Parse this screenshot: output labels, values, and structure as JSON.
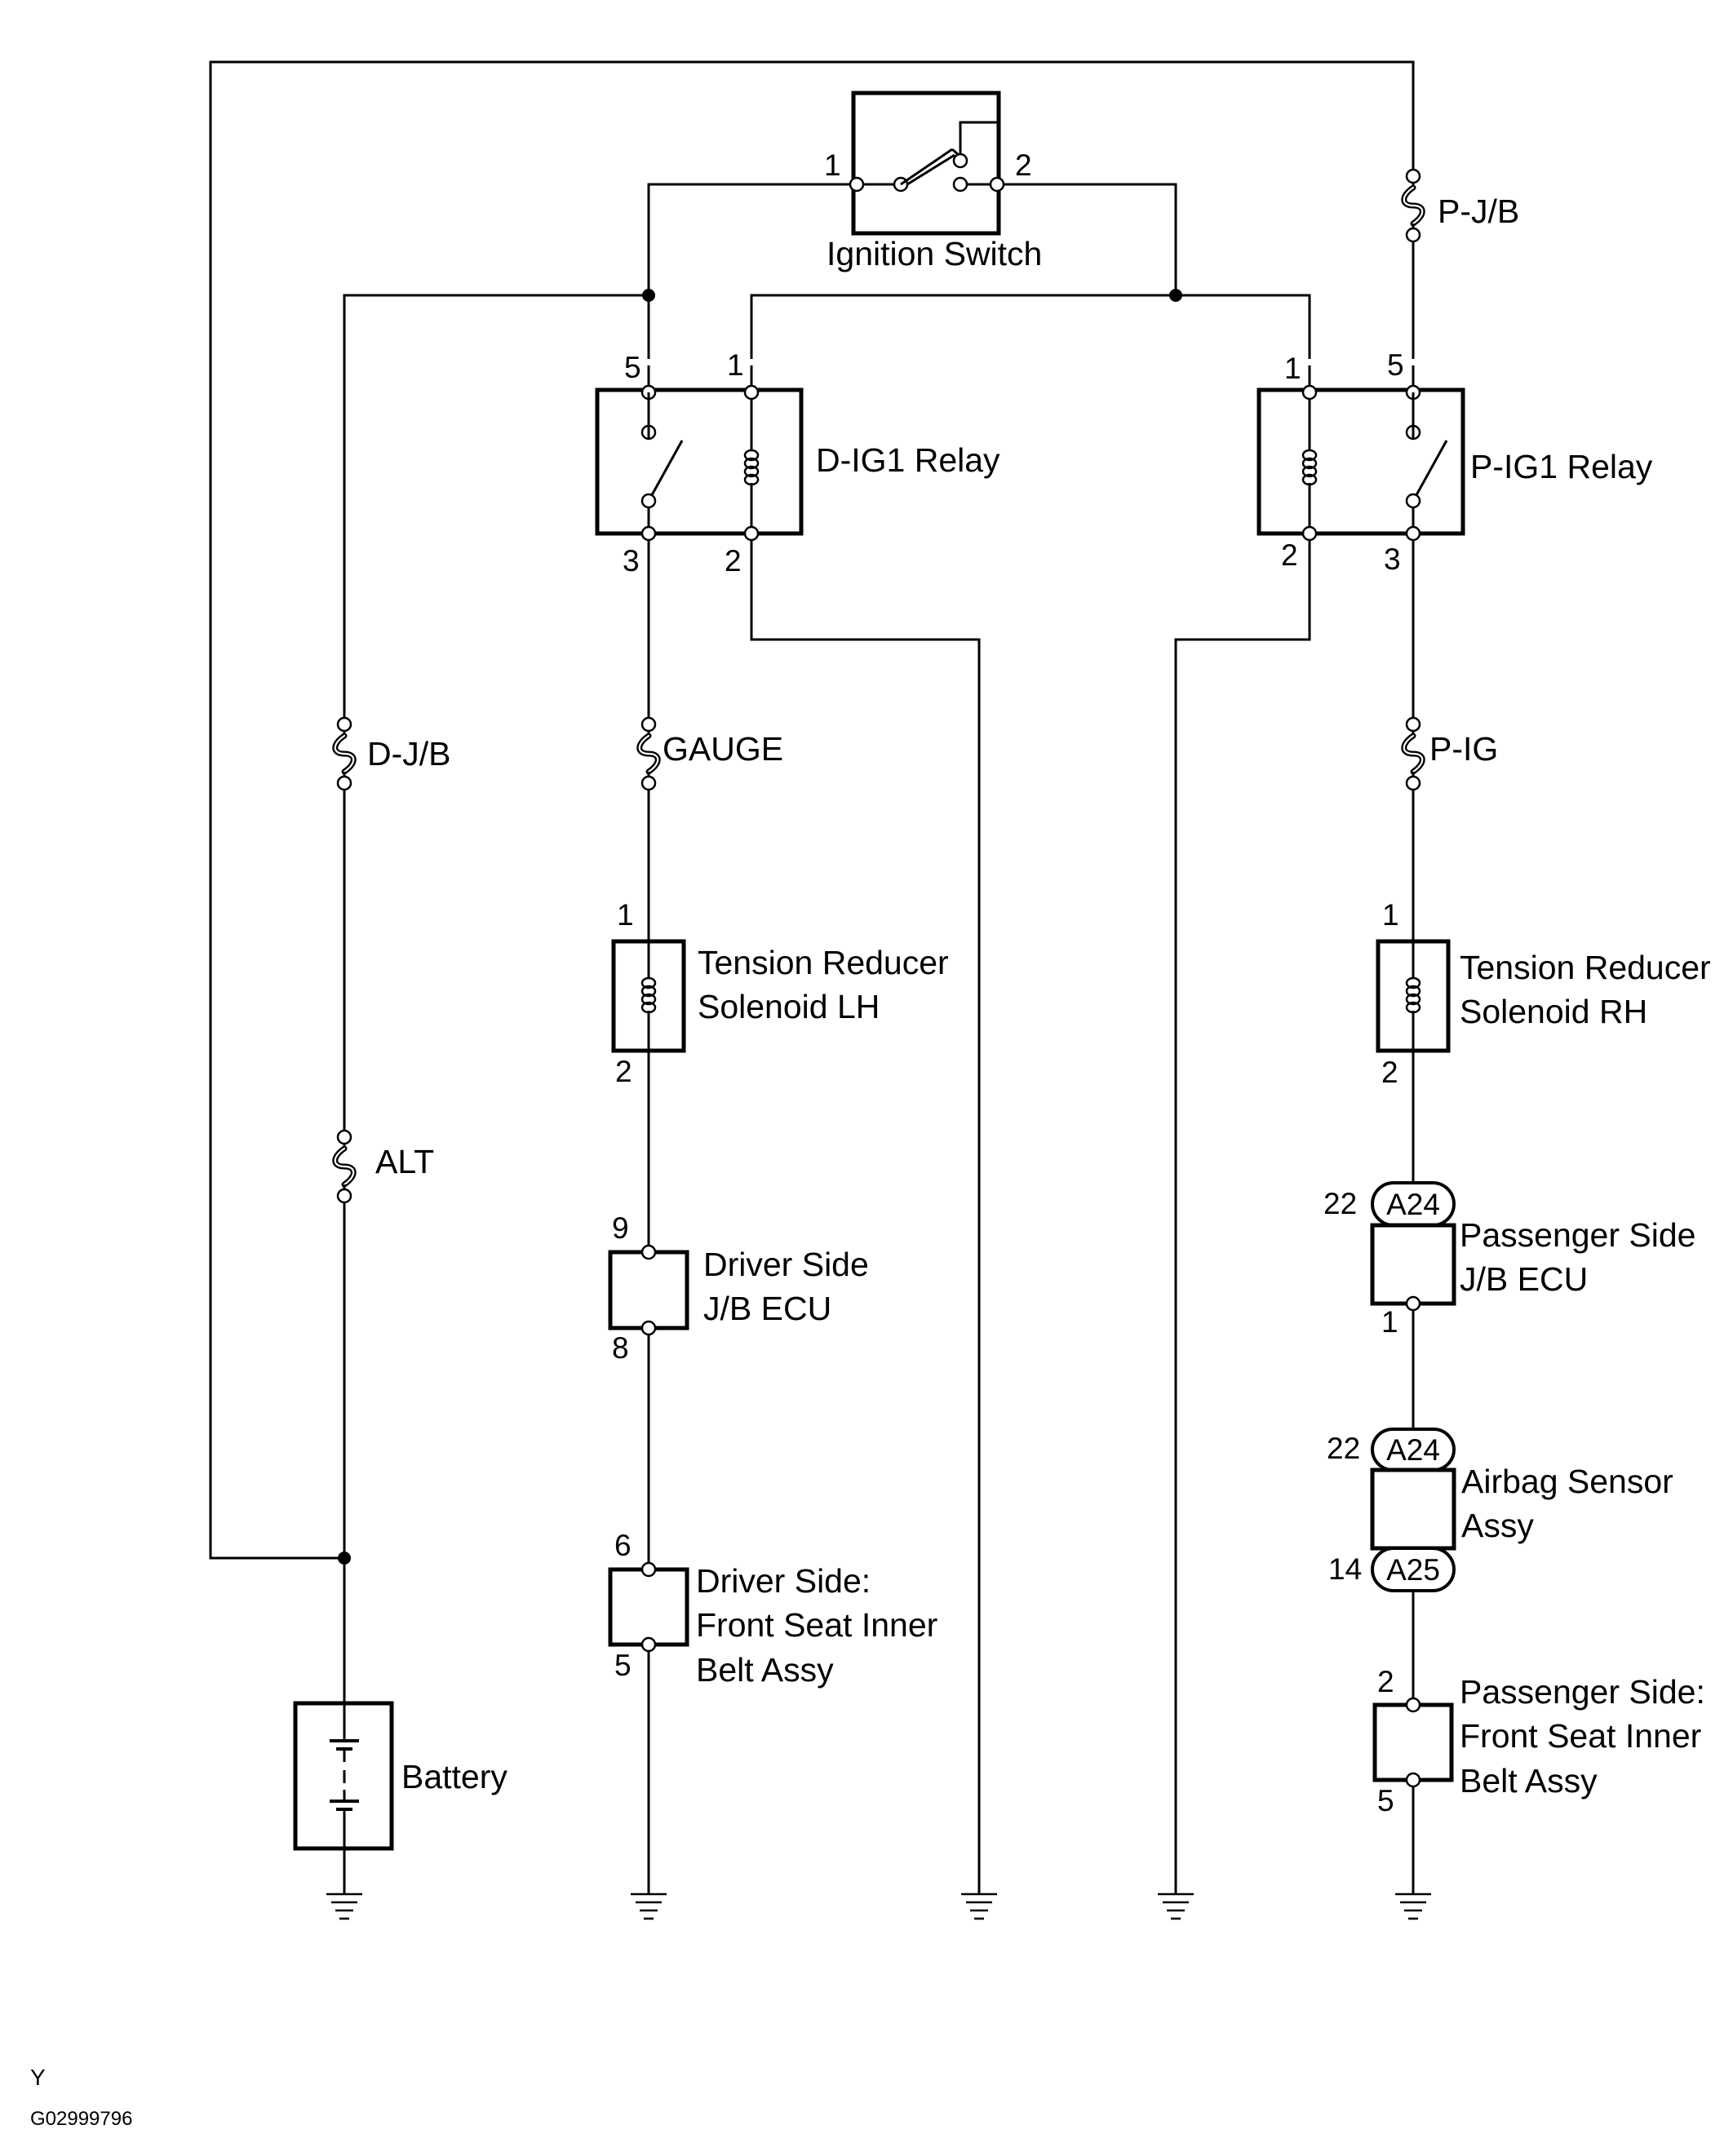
{
  "components": {
    "ignition_switch": {
      "label": "Ignition Switch",
      "pin_left": "1",
      "pin_right": "2"
    },
    "d_ig1_relay": {
      "label": "D-IG1  Relay",
      "pin_top_switch": "5",
      "pin_top_coil": "1",
      "pin_bottom_switch": "3",
      "pin_bottom_coil": "2"
    },
    "p_ig1_relay": {
      "label": "P-IG1  Relay",
      "pin_top_coil": "1",
      "pin_top_switch": "5",
      "pin_bottom_coil": "2",
      "pin_bottom_switch": "3"
    },
    "tension_reducer_lh": {
      "label_line1": "Tension Reducer",
      "label_line2": "Solenoid LH",
      "pin_top": "1",
      "pin_bottom": "2"
    },
    "tension_reducer_rh": {
      "label_line1": "Tension Reducer",
      "label_line2": "Solenoid RH",
      "pin_top": "1",
      "pin_bottom": "2"
    },
    "driver_jb_ecu": {
      "label_line1": "Driver Side",
      "label_line2": "J/B ECU",
      "pin_top": "9",
      "pin_bottom": "8"
    },
    "passenger_jb_ecu": {
      "label_line1": "Passenger Side",
      "label_line2": "J/B ECU",
      "pin_top": "22",
      "connector_top": "A24",
      "pin_bottom": "1"
    },
    "airbag_sensor": {
      "label_line1": "Airbag Sensor",
      "label_line2": "Assy",
      "pin_top": "22",
      "connector_top": "A24",
      "pin_bottom": "14",
      "connector_bottom": "A25"
    },
    "driver_belt": {
      "label_line1": "Driver Side:",
      "label_line2": "Front Seat Inner",
      "label_line3": "Belt Assy",
      "pin_top": "6",
      "pin_bottom": "5"
    },
    "passenger_belt": {
      "label_line1": "Passenger Side:",
      "label_line2": "Front  Seat  Inner",
      "label_line3": "Belt Assy",
      "pin_top": "2",
      "pin_bottom": "5"
    },
    "battery": {
      "label": "Battery"
    }
  },
  "fuses": {
    "p_jb": "P-J/B",
    "d_jb": "D-J/B",
    "gauge": "GAUGE",
    "p_ig": "P-IG",
    "alt": "ALT"
  },
  "footer": {
    "mark": "Y",
    "figure_code": "G02999796"
  }
}
